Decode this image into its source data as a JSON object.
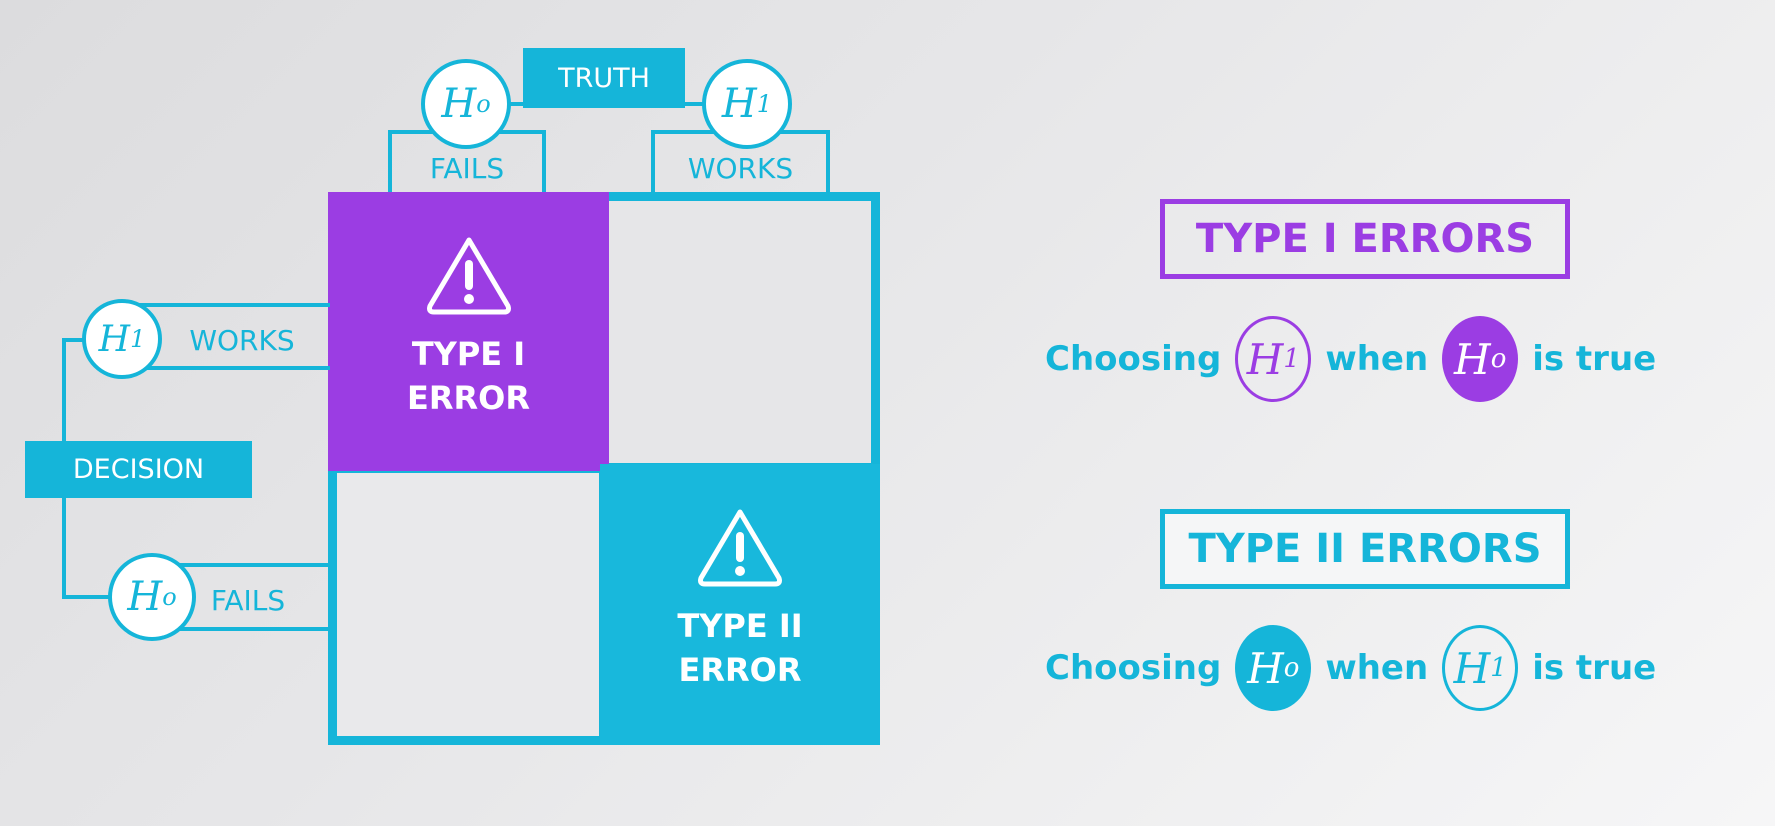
{
  "colors": {
    "purple": "#9b3de3",
    "cyan": "#15b5d9"
  },
  "diagram": {
    "truth_label": "TRUTH",
    "decision_label": "DECISION",
    "top_h0": {
      "symbol": "H",
      "sub": "o",
      "label": "FAILS"
    },
    "top_h1": {
      "symbol": "H",
      "sub": "1",
      "label": "WORKS"
    },
    "left_h1": {
      "symbol": "H",
      "sub": "1",
      "label": "WORKS"
    },
    "left_h0": {
      "symbol": "H",
      "sub": "o",
      "label": "FAILS"
    },
    "type1_cell": {
      "line1": "TYPE I",
      "line2": "ERROR",
      "icon": "warning-icon"
    },
    "type2_cell": {
      "line1": "TYPE II",
      "line2": "ERROR",
      "icon": "warning-icon"
    }
  },
  "legend": {
    "type1": {
      "title": "TYPE I ERRORS",
      "prefix": "Choosing",
      "first": {
        "symbol": "H",
        "sub": "1"
      },
      "middle": "when",
      "second": {
        "symbol": "H",
        "sub": "o"
      },
      "suffix": "is true"
    },
    "type2": {
      "title": "TYPE II ERRORS",
      "prefix": "Choosing",
      "first": {
        "symbol": "H",
        "sub": "o"
      },
      "middle": "when",
      "second": {
        "symbol": "H",
        "sub": "1"
      },
      "suffix": "is true"
    }
  }
}
